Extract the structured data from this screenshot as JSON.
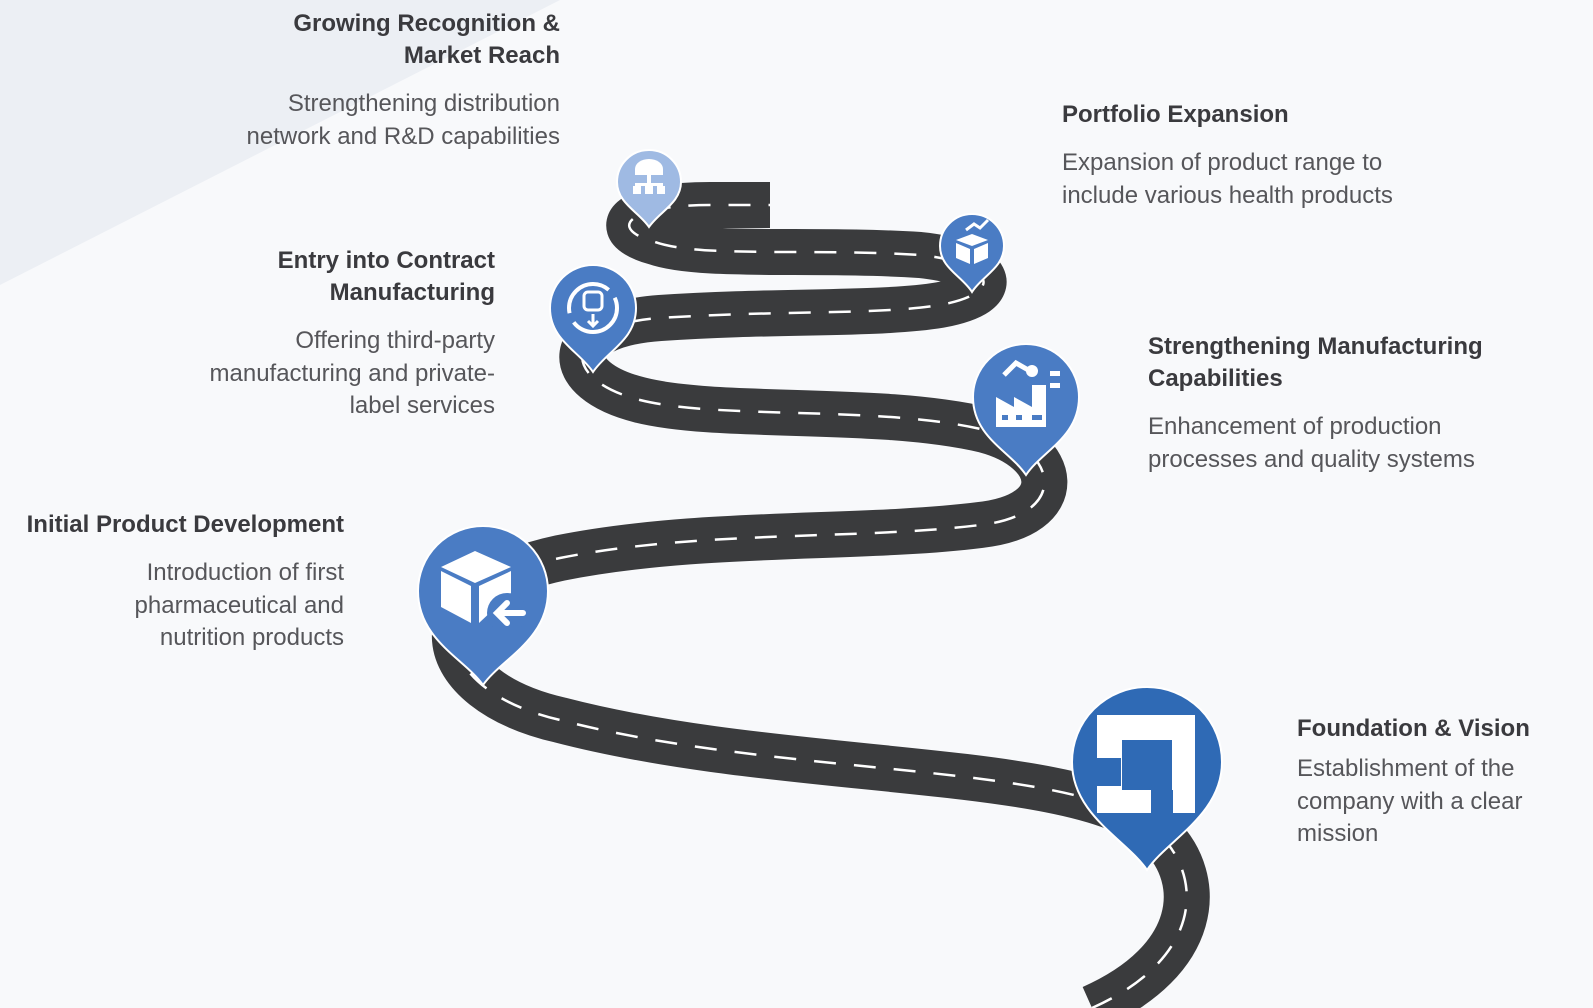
{
  "colors": {
    "road": "#3a3b3d",
    "road_dash": "#ffffff",
    "pin_dark": "#2f6ab5",
    "pin_mid": "#4a7cc4",
    "pin_light": "#9fbae3",
    "title_text": "#3a3a3e",
    "desc_text": "#56565a",
    "background": "#f8f9fb"
  },
  "milestones": [
    {
      "title": "Foundation & Vision",
      "description": "Establishment of the company with a clear mission",
      "icon": "square-logo-icon"
    },
    {
      "title": "Initial Product Development",
      "description": "Introduction of first pharmaceutical and nutrition products",
      "icon": "box-arrow-icon"
    },
    {
      "title": "Strengthening Manufacturing Capabilities",
      "description": "Enhancement of production processes and quality systems",
      "icon": "factory-robot-icon"
    },
    {
      "title": "Entry into Contract Manufacturing",
      "description": "Offering third-party manufacturing and private-label services",
      "icon": "contract-cycle-icon"
    },
    {
      "title": "Portfolio Expansion",
      "description": "Expansion of product range to include various health products",
      "icon": "box-growth-icon"
    },
    {
      "title": "Growing Recognition & Market Reach",
      "description": "Strengthening distribution network and R&D capabilities",
      "icon": "network-icon"
    }
  ]
}
